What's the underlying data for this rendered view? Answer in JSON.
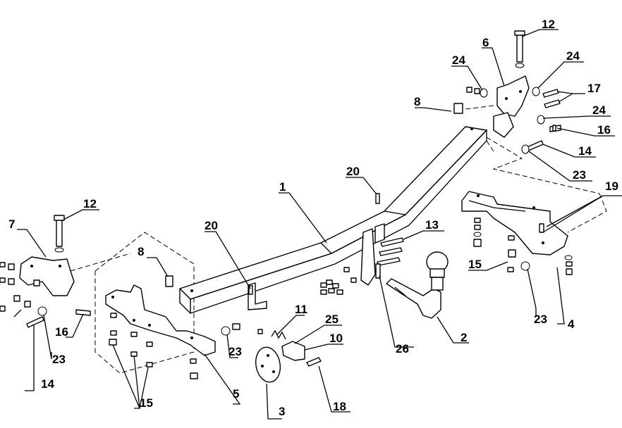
{
  "labels": [
    "12",
    "6",
    "24",
    "24",
    "17",
    "8",
    "24",
    "16",
    "14",
    "23",
    "20",
    "1",
    "19",
    "20",
    "13",
    "12",
    "7",
    "8",
    "15",
    "23",
    "4",
    "11",
    "25",
    "10",
    "26",
    "2",
    "16",
    "23",
    "23",
    "14",
    "5",
    "15",
    "3",
    "18"
  ]
}
